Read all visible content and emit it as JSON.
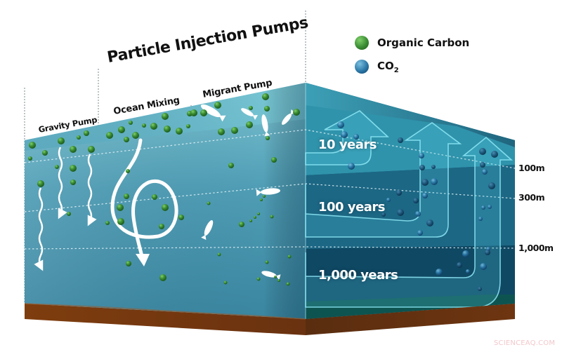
{
  "diagram": {
    "title": "Particle Injection Pumps",
    "pumps": [
      {
        "label": "Gravity Pump"
      },
      {
        "label": "Ocean Mixing"
      },
      {
        "label": "Migrant Pump"
      }
    ],
    "legend": [
      {
        "label": "Organic Carbon",
        "color": "#3f8f3a",
        "icon": "green-sphere"
      },
      {
        "label": "CO",
        "subscript": "2",
        "color": "#2b78a8",
        "icon": "blue-sphere"
      }
    ],
    "sequestration_times": [
      {
        "label": "10 years"
      },
      {
        "label": "100 years"
      },
      {
        "label": "1,000 years"
      }
    ],
    "depths": [
      {
        "label": "100m"
      },
      {
        "label": "300m"
      },
      {
        "label": "1,000m"
      }
    ],
    "colors": {
      "surface_water": "#5fb6c8",
      "left_face_top": "#6fb7c7",
      "left_face_bottom": "#3c8aa4",
      "right_face_shallow": "#2d8ea6",
      "right_face_mid": "#1d6e88",
      "right_face_deep": "#0f4a63",
      "sediment": "#7a3a10",
      "organic_carbon": "#3f8f3a",
      "co2": "#2b78a8"
    }
  },
  "watermark": "SCIENCEAQ.COM"
}
